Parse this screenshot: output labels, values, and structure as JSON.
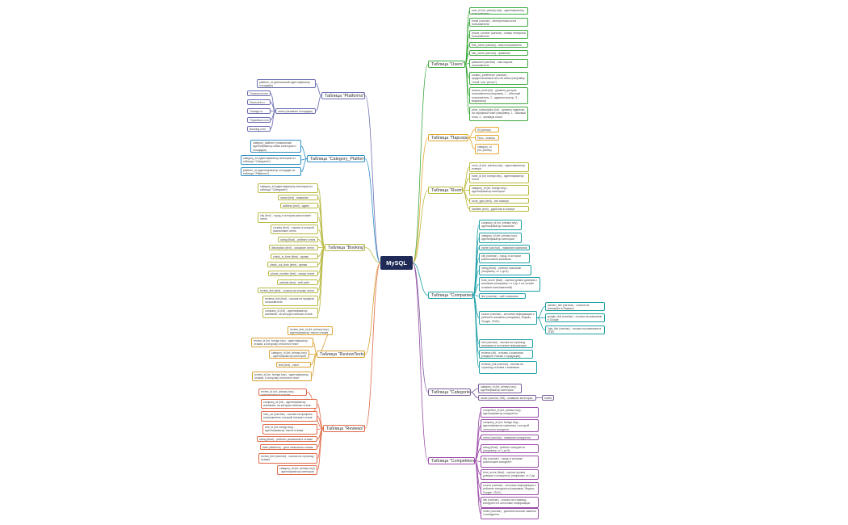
{
  "root": {
    "label": "MySQL"
  },
  "colors": {
    "users": "#3daa3d",
    "parsers": "#e3a62f",
    "room": "#b8b83a",
    "companies": "#1ea0a6",
    "categories": "#7a5c9c",
    "competitors": "#9b4aa8",
    "platforms": "#6c6fb2",
    "category_platform": "#2f8fc6",
    "booking": "#b9b944",
    "review_texts": "#d9a132",
    "reviews": "#e06a48"
  },
  "tables": {
    "users": {
      "label": "Таблица \"Users\"",
      "fields": [
        {
          "text": "user_id (int, primary key) - идентификатор пользователя"
        },
        {
          "text": "email (varchar) - электронная почта пользователя"
        },
        {
          "text": "phone_number (varchar) - номер телефона пользователя"
        },
        {
          "text": "first_name (varchar) - имя пользователя"
        },
        {
          "text": "last_name (varchar) - фамилия пользователя"
        },
        {
          "text": "password (varchar) - хэш пароля пользователя"
        },
        {
          "text": "contact_preference (varchar) - предпочитаемый способ связи (например \"email\" или \"phone\")"
        },
        {
          "text": "access_level (int) - уровень доступа пользователя (например, 1 - обычный пользователь, 2 - администратор, 3 - модератор)"
        },
        {
          "text": "price_subscription (int) - уровень подписки на тарифный план (например, 1 - базовый план, 2 - премиум план)"
        }
      ]
    },
    "parsers": {
      "label": "Таблица \"Парсеры\"",
      "fields": [
        {
          "text": "ID (primary key)"
        },
        {
          "text": "Путь - ссылка на Парсер"
        },
        {
          "text": "category_id (int, primary key) - идентификатор категории"
        }
      ]
    },
    "room": {
      "label": "Таблица \"Room\"",
      "fields": [
        {
          "text": "room_id (int, primary key) - идентификатор номера"
        },
        {
          "text": "hotel_id (int, foreign key) - идентификатор отеля"
        },
        {
          "text": "category_id (int, foreign key) - идентификатор категории"
        },
        {
          "text": "room_type (text) - тип номера"
        },
        {
          "text": "facilities (text) - удобства в номере"
        }
      ]
    },
    "companies": {
      "label": "Таблица \"Companies\"",
      "fields": [
        {
          "text": "company_id (int, primary key) - идентификатор компании"
        },
        {
          "text": "category_id (int, primary key) - идентификатор категории"
        },
        {
          "text": "name (varchar) - название компании"
        },
        {
          "text": "city (varchar) - город, в котором расположена компания"
        },
        {
          "text": "rating (float) - рейтинг компании (например, от 1 до 5)"
        },
        {
          "text": "trust_score (float) - оценка уровня доверия к компании (например, от 0 до 1 на основе отзывов пользователей)"
        },
        {
          "text": "link (varchar) - сайт компании"
        },
        {
          "text": "source (varchar) - источник информации о рейтинге компании (например, Яндекс, Google, 2ГИС)"
        },
        {
          "text": "info (varchar) - ссылка на страницу компании в источнике информации"
        },
        {
          "text": "reviews (int) - отзывы о компании (сводные отзывы о продукции)"
        },
        {
          "text": "reviews_link (varchar) - ссылка на страницу отзывов о компании"
        }
      ],
      "source_children": [
        {
          "text": "yandex_link (varchar) - ссылка на компанию в Яндексе"
        },
        {
          "text": "google_link (varchar) - ссылка на компанию в Google"
        },
        {
          "text": "2gis_link (varchar) - ссылка на компанию в 2ГИС"
        }
      ]
    },
    "categories": {
      "label": "Таблица \"Categories\"",
      "fields": [
        {
          "text": "category_id (int, primary key) - идентификатор категории"
        },
        {
          "text": "name (varchar, 255) - название категории"
        }
      ],
      "name_child": {
        "text": "hotels"
      }
    },
    "competitors": {
      "label": "Таблица \"Competitors\"",
      "fields": [
        {
          "text": "competitor_id (int, primary key) - идентификатор конкурента"
        },
        {
          "text": "company_id (int, foreign key) - идентификатор компании, к которой относится конкурент"
        },
        {
          "text": "name (varchar) - название конкурента"
        },
        {
          "text": "rating (float) - рейтинг конкурента (например, от 1 до 5)"
        },
        {
          "text": "city (varchar) - город, в котором расположен конкурент"
        },
        {
          "text": "trust_score (float) - оценка уровня доверия к конкуренту (например, от 0 до 1)"
        },
        {
          "text": "source (varchar) - источник информации о рейтинге конкурента (например, Яндекс, Google, 2ГИС)"
        },
        {
          "text": "link (varchar) - ссылка на страницу конкурента в источнике информации"
        },
        {
          "text": "notes (varchar) - дополнительные заметки о конкуренте"
        }
      ]
    },
    "platforms": {
      "label": "Таблица \"Platforms\"",
      "fields": [
        {
          "text": "platform_id (уникальный идентификатор площадки)"
        },
        {
          "text": "name (название площадки)"
        }
      ],
      "name_children": [
        {
          "text": "Tutuzavod.com"
        },
        {
          "text": "Ozonvork.ru"
        },
        {
          "text": "Travago.ru"
        },
        {
          "text": "Tripadvisor.com"
        },
        {
          "text": "Booking.com"
        }
      ]
    },
    "category_platform": {
      "label": "Таблица \"Category_Platform\"",
      "fields": [
        {
          "text": "category_platform (уникальный идентификатор связи категории и площадки)"
        },
        {
          "text": "category_id (идентификатор категории из таблицы \"Categories\")"
        },
        {
          "text": "platform_id (идентификатор площадки из таблицы \"Platforms\")"
        }
      ]
    },
    "booking": {
      "label": "Таблица \"Booking\"",
      "fields": [
        {
          "text": "category_id (идентификатор категории из таблицы \"Categories\")"
        },
        {
          "text": "name (text) - название отеля"
        },
        {
          "text": "address (text) - адрес отеля"
        },
        {
          "text": "city (text) - город, в котором расположен отель"
        },
        {
          "text": "country (text) - страна, в которой расположен отель"
        },
        {
          "text": "rating (float) - рейтинг отеля"
        },
        {
          "text": "description (text) - описание отеля"
        },
        {
          "text": "check_in_time (time) - время заезда"
        },
        {
          "text": "check_out_time (time) - время выезда"
        },
        {
          "text": "phone_number (text) - номер отеля"
        },
        {
          "text": "website (text) - веб-сайт отеля"
        },
        {
          "text": "review_link (text) - ссылка на отзывы отеля"
        },
        {
          "text": "reviews_link (text) - ссылка на профиль пользователя"
        },
        {
          "text": "company_id (int) - идентификатор компании, на которую написан отзыв"
        }
      ]
    },
    "review_texts": {
      "label": "Таблица \"ReviewTexts\"",
      "fields": [
        {
          "text": "review_text_id (int, primary key) - идентификатор текста отзыва"
        },
        {
          "text": "review_id (int, foreign key) - идентификатор отзыва, к которому относится текст"
        },
        {
          "text": "category_id (int, primary key) - идентификатор категории"
        },
        {
          "text": "text (text) - текст отзыва"
        },
        {
          "text": "review_id (int, foreign key) - идентификатор отзыва, к которому относится текст"
        }
      ]
    },
    "reviews": {
      "label": "Таблица \"Reviews\"",
      "fields": [
        {
          "text": "review_id (int, primary key) - идентификатор отзыва"
        },
        {
          "text": "company_id (int) - идентификатор компании, на которую написан отзыв"
        },
        {
          "text": "user_url (varchar) - ссылка на профиль пользователя, который написал отзыв"
        },
        {
          "text": "text_id (int, foreign key) - идентификатор текста отзыва"
        },
        {
          "text": "rating (float) - рейтинг, указанный в отзыве"
        },
        {
          "text": "date (datetime) - дата написания отзыва"
        },
        {
          "text": "review_link (varchar) - ссылка на страницу отзыва"
        },
        {
          "text": "category_id (int, primary key) - идентификатор категории"
        }
      ]
    }
  }
}
